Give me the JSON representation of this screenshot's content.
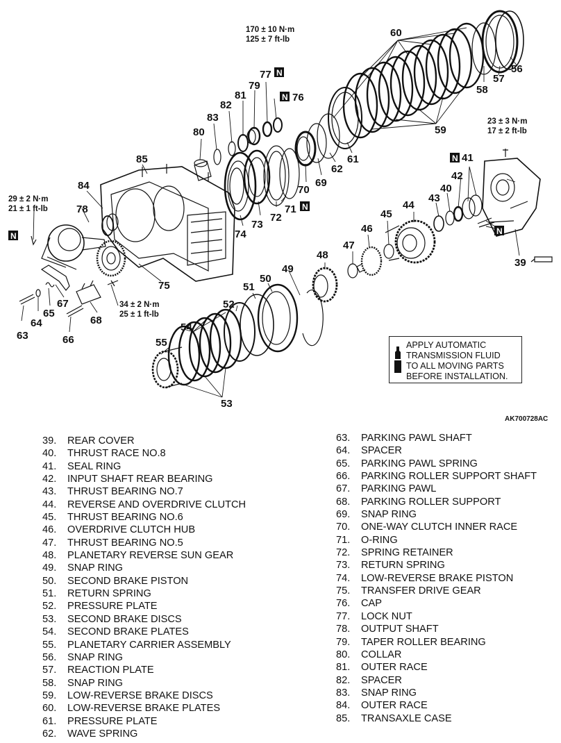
{
  "figure_code": "AK700728AC",
  "note": {
    "lines": [
      "APPLY AUTOMATIC",
      "TRANSMISSION FLUID",
      "TO ALL MOVING PARTS",
      "BEFORE INSTALLATION."
    ],
    "icon": "fluid-bottle-icon"
  },
  "torque": {
    "t77": [
      "170 ± 10 N·m",
      "125 ± 7 ft-lb"
    ],
    "t39": [
      "23 ± 3 N·m",
      "17 ± 2 ft-lb"
    ],
    "t78": [
      "29 ± 2 N·m",
      "21 ± 1 ft-lb"
    ],
    "t75": [
      "34 ± 2 N·m",
      "25 ± 1 ft-lb"
    ]
  },
  "n_mark": "N",
  "callouts": {
    "c39": "39",
    "c40": "40",
    "c41": "41",
    "c42": "42",
    "c43": "43",
    "c44": "44",
    "c45": "45",
    "c46": "46",
    "c47": "47",
    "c48": "48",
    "c49": "49",
    "c50": "50",
    "c51": "51",
    "c52": "52",
    "c53": "53",
    "c54": "54",
    "c55": "55",
    "c56": "56",
    "c57": "57",
    "c58": "58",
    "c59": "59",
    "c60": "60",
    "c61": "61",
    "c62": "62",
    "c63": "63",
    "c64": "64",
    "c65": "65",
    "c66": "66",
    "c67": "67",
    "c68": "68",
    "c69": "69",
    "c70": "70",
    "c71": "71",
    "c72": "72",
    "c73": "73",
    "c74": "74",
    "c75": "75",
    "c76": "76",
    "c77": "77",
    "c78": "78",
    "c79": "79",
    "c80": "80",
    "c81": "81",
    "c82": "82",
    "c83": "83",
    "c84": "84",
    "c85": "85"
  },
  "legend_left": [
    {
      "num": "39.",
      "name": "REAR COVER"
    },
    {
      "num": "40.",
      "name": "THRUST RACE NO.8"
    },
    {
      "num": "41.",
      "name": "SEAL RING"
    },
    {
      "num": "42.",
      "name": "INPUT SHAFT REAR BEARING"
    },
    {
      "num": "43.",
      "name": "THRUST BEARING NO.7"
    },
    {
      "num": "44.",
      "name": "REVERSE AND OVERDRIVE CLUTCH"
    },
    {
      "num": "45.",
      "name": "THRUST BEARING NO.6"
    },
    {
      "num": "46.",
      "name": "OVERDRIVE CLUTCH HUB"
    },
    {
      "num": "47.",
      "name": "THRUST BEARING NO.5"
    },
    {
      "num": "48.",
      "name": "PLANETARY REVERSE SUN GEAR"
    },
    {
      "num": "49.",
      "name": "SNAP RING"
    },
    {
      "num": "50.",
      "name": "SECOND BRAKE PISTON"
    },
    {
      "num": "51.",
      "name": "RETURN SPRING"
    },
    {
      "num": "52.",
      "name": "PRESSURE PLATE"
    },
    {
      "num": "53.",
      "name": "SECOND BRAKE DISCS"
    },
    {
      "num": "54.",
      "name": "SECOND BRAKE PLATES"
    },
    {
      "num": "55.",
      "name": "PLANETARY CARRIER ASSEMBLY"
    },
    {
      "num": "56.",
      "name": "SNAP RING"
    },
    {
      "num": "57.",
      "name": "REACTION PLATE"
    },
    {
      "num": "58.",
      "name": "SNAP RING"
    },
    {
      "num": "59.",
      "name": "LOW-REVERSE BRAKE DISCS"
    },
    {
      "num": "60.",
      "name": "LOW-REVERSE BRAKE PLATES"
    },
    {
      "num": "61.",
      "name": "PRESSURE PLATE"
    },
    {
      "num": "62.",
      "name": "WAVE SPRING"
    }
  ],
  "legend_right": [
    {
      "num": "63.",
      "name": "PARKING PAWL SHAFT"
    },
    {
      "num": "64.",
      "name": "SPACER"
    },
    {
      "num": "65.",
      "name": "PARKING PAWL SPRING"
    },
    {
      "num": "66.",
      "name": "PARKING ROLLER SUPPORT SHAFT"
    },
    {
      "num": "67.",
      "name": "PARKING PAWL"
    },
    {
      "num": "68.",
      "name": "PARKING ROLLER SUPPORT"
    },
    {
      "num": "69.",
      "name": "SNAP RING"
    },
    {
      "num": "70.",
      "name": "ONE-WAY CLUTCH INNER RACE"
    },
    {
      "num": "71.",
      "name": "O-RING"
    },
    {
      "num": "72.",
      "name": "SPRING RETAINER"
    },
    {
      "num": "73.",
      "name": "RETURN SPRING"
    },
    {
      "num": "74.",
      "name": "LOW-REVERSE BRAKE PISTON"
    },
    {
      "num": "75.",
      "name": "TRANSFER DRIVE GEAR"
    },
    {
      "num": "76.",
      "name": "CAP"
    },
    {
      "num": "77.",
      "name": "LOCK NUT"
    },
    {
      "num": "78.",
      "name": "OUTPUT SHAFT"
    },
    {
      "num": "79.",
      "name": "TAPER ROLLER BEARING"
    },
    {
      "num": "80.",
      "name": "COLLAR"
    },
    {
      "num": "81.",
      "name": "OUTER RACE"
    },
    {
      "num": "82.",
      "name": "SPACER"
    },
    {
      "num": "83.",
      "name": "SNAP RING"
    },
    {
      "num": "84.",
      "name": "OUTER RACE"
    },
    {
      "num": "85.",
      "name": "TRANSAXLE CASE"
    }
  ]
}
